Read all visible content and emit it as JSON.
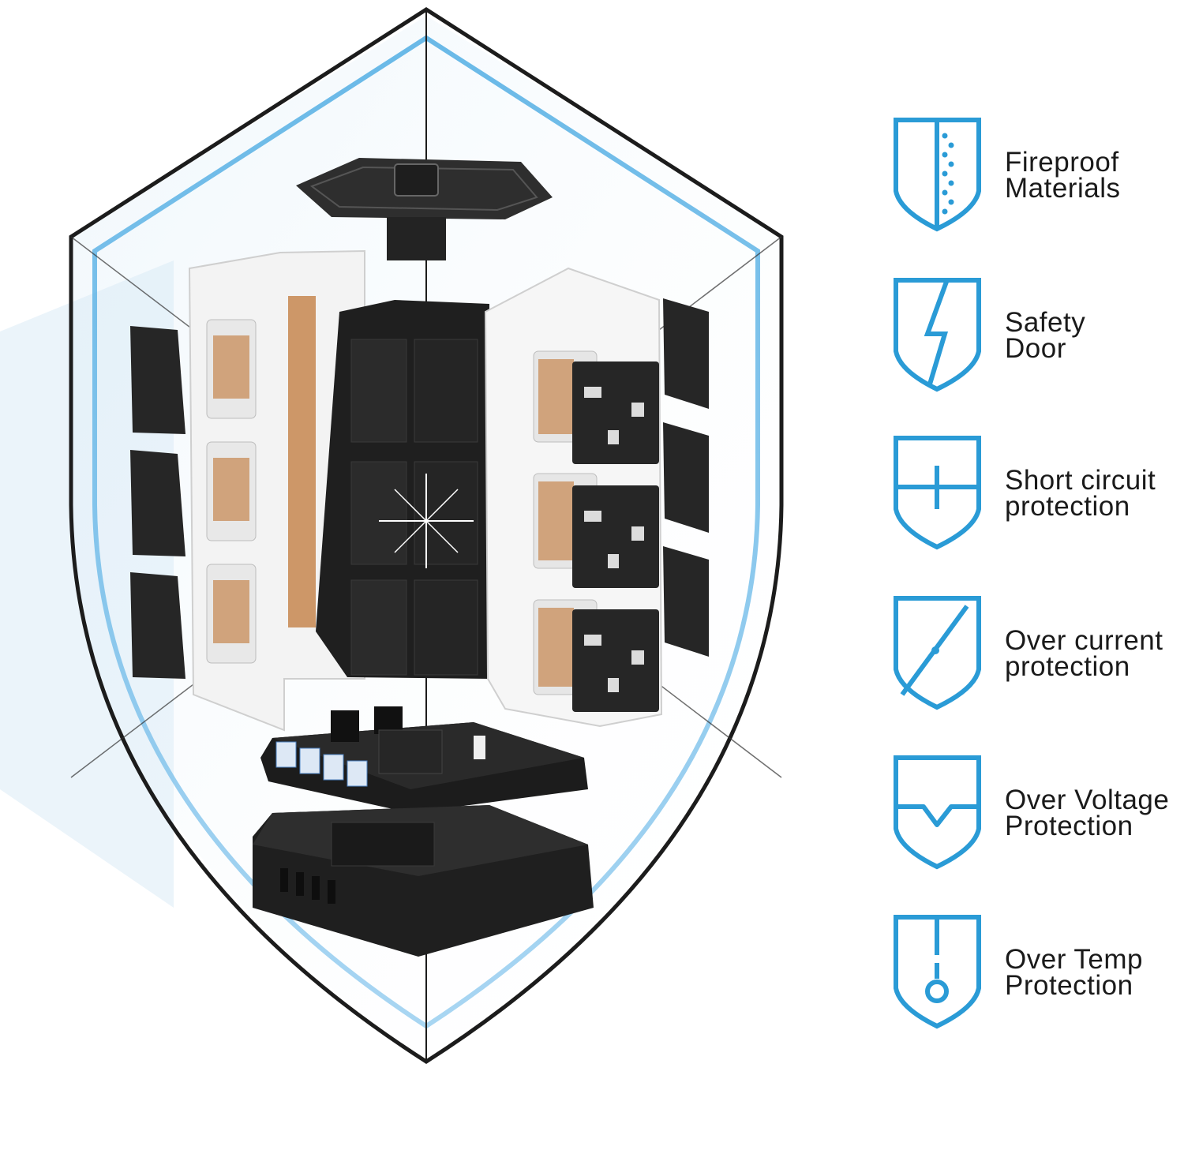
{
  "colors": {
    "accent": "#2a9bd6",
    "shield_outline": "#1c1c1c",
    "device_dark": "#262626",
    "device_white": "#f5f5f5",
    "copper": "#c6864f"
  },
  "features": [
    {
      "id": "fireproof",
      "icon": "shield-dotted-icon",
      "lines": [
        "Fireproof",
        "Materials"
      ]
    },
    {
      "id": "safety-door",
      "icon": "shield-lightning-icon",
      "lines": [
        "Safety",
        "Door"
      ]
    },
    {
      "id": "short-circuit",
      "icon": "shield-cross-icon",
      "lines": [
        "Short circuit",
        "protection"
      ]
    },
    {
      "id": "over-current",
      "icon": "shield-slash-icon",
      "lines": [
        "Over current",
        "protection"
      ]
    },
    {
      "id": "over-voltage",
      "icon": "shield-wave-icon",
      "lines": [
        "Over Voltage",
        "Protection"
      ]
    },
    {
      "id": "over-temp",
      "icon": "shield-thermometer-icon",
      "lines": [
        "Over Temp",
        "Protection"
      ]
    }
  ]
}
